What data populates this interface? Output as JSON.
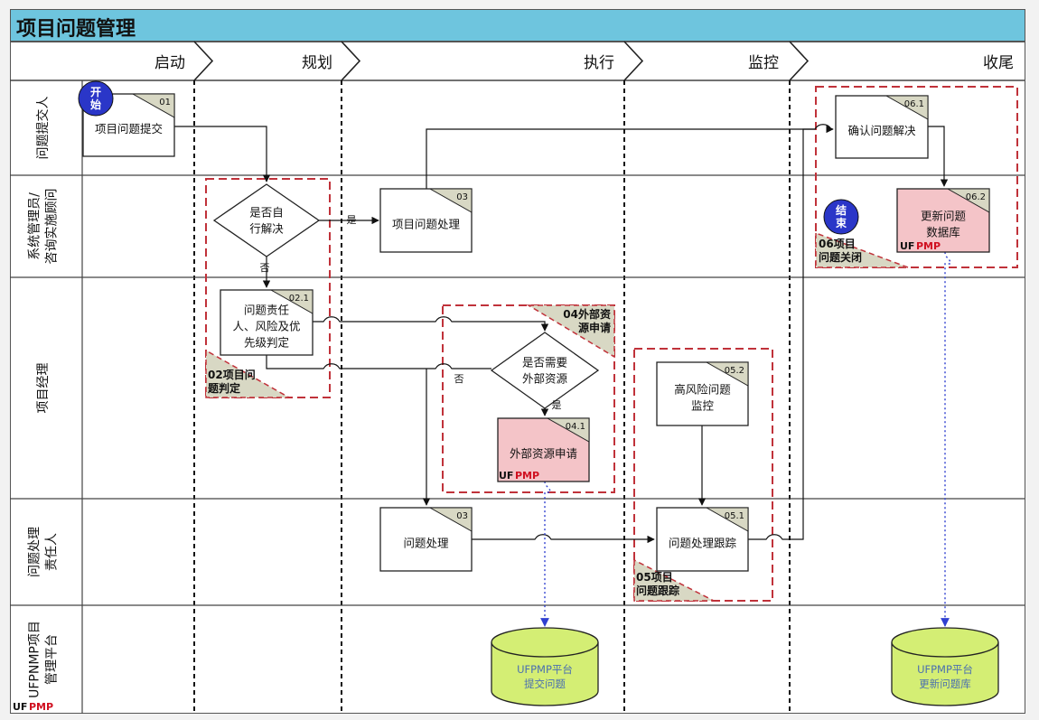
{
  "title": "项目问题管理",
  "phases": [
    {
      "label": "启动"
    },
    {
      "label": "规划"
    },
    {
      "label": "执行"
    },
    {
      "label": "监控"
    },
    {
      "label": "收尾"
    }
  ],
  "lanes": [
    {
      "lines": [
        "问题提交人"
      ]
    },
    {
      "lines": [
        "系统管理员/",
        "咨询实施顾问"
      ]
    },
    {
      "lines": [
        "项目经理"
      ]
    },
    {
      "lines": [
        "问题处理",
        "责任人"
      ]
    },
    {
      "lines": [
        "UFPNMP项目",
        "管理平台"
      ]
    }
  ],
  "logo": {
    "uf": "UF",
    "pmp": "PMP"
  },
  "start_label": [
    "开",
    "始"
  ],
  "end_label": [
    "结",
    "束"
  ],
  "nodes": {
    "submit": {
      "num": "01",
      "lines": [
        "项目问题提交"
      ]
    },
    "resolve": {
      "num": "03",
      "lines": [
        "项目问题处理"
      ]
    },
    "judge": {
      "num": "02.1",
      "lines": [
        "问题责任",
        "人、风险及优",
        "先级判定"
      ]
    },
    "extreq": {
      "num": "04.1",
      "lines": [
        "外部资源申请"
      ]
    },
    "highrisk": {
      "num": "05.2",
      "lines": [
        "高风险问题",
        "监控"
      ]
    },
    "handle": {
      "num": "03",
      "lines": [
        "问题处理"
      ]
    },
    "track": {
      "num": "05.1",
      "lines": [
        "问题处理跟踪"
      ]
    },
    "confirm": {
      "num": "06.1",
      "lines": [
        "确认问题解决"
      ]
    },
    "updatedb": {
      "num": "06.2",
      "lines": [
        "更新问题",
        "数据库"
      ]
    }
  },
  "decisions": {
    "self": {
      "lines": [
        "是否自",
        "行解决"
      ]
    },
    "ext": {
      "lines": [
        "是否需要",
        "外部资源"
      ]
    }
  },
  "edge_labels": {
    "yes": "是",
    "no": "否"
  },
  "groups": {
    "g02": {
      "lines": [
        "02项目问",
        "题判定"
      ]
    },
    "g04": {
      "lines": [
        "04外部资",
        "源申请"
      ]
    },
    "g05": {
      "lines": [
        "05项目",
        "问题跟踪"
      ]
    },
    "g06": {
      "lines": [
        "06项目",
        "问题关闭"
      ]
    }
  },
  "databases": {
    "db1": {
      "lines": [
        "UFPMP平台",
        "提交问题"
      ]
    },
    "db2": {
      "lines": [
        "UFPMP平台",
        "更新问题库"
      ]
    }
  },
  "colors": {
    "title_bg": "#6ec5de",
    "pink_node": "#f4c4c8",
    "tab": "#d8d8c4",
    "group_dash": "#c0323a",
    "db_fill": "#d4ee74",
    "db_text": "#4a6fb0",
    "start_circle": "#2a36c8",
    "link_dot": "#3040d0"
  }
}
